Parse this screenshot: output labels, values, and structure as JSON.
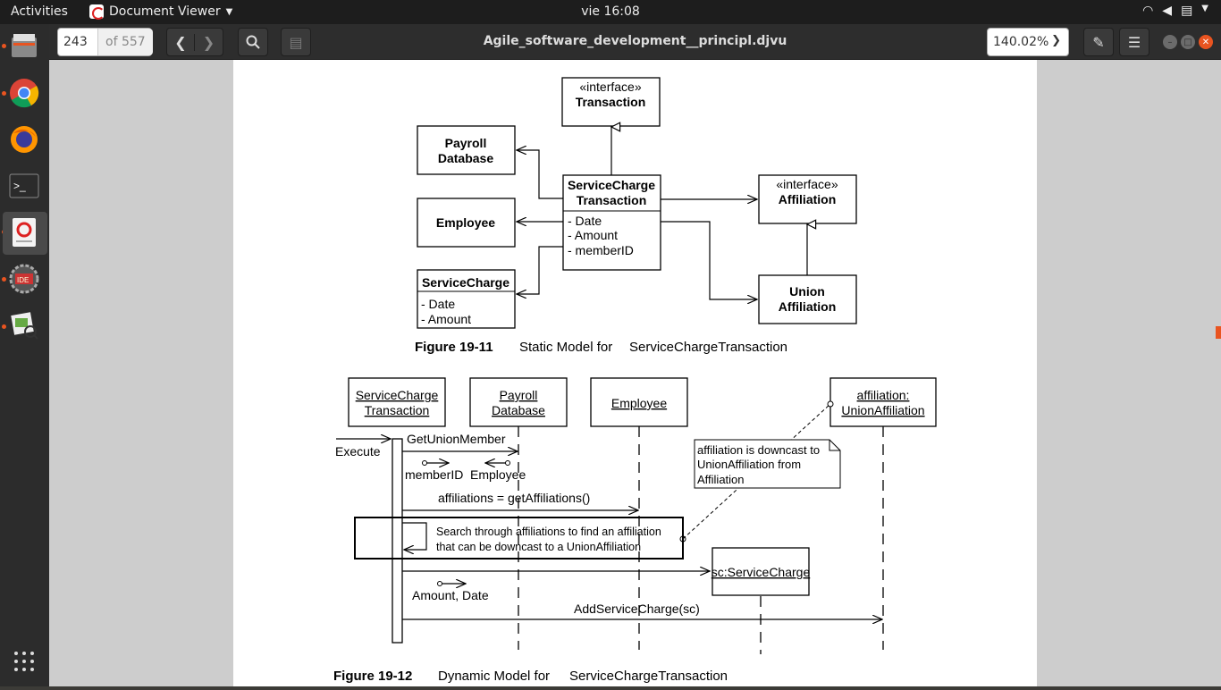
{
  "topbar": {
    "activities": "Activities",
    "app_name": "Document Viewer",
    "clock": "vie 16:08"
  },
  "dock": {
    "items": [
      "files-icon",
      "chrome-icon",
      "firefox-icon",
      "terminal-icon",
      "document-viewer-icon",
      "javafx-ide-icon",
      "image-viewer-icon",
      "app-grid-icon"
    ]
  },
  "toolbar": {
    "page_current": "243",
    "page_total": "of 557",
    "title": "Agile_software_development__principl.djvu",
    "zoom": "140.02%"
  },
  "fig11": {
    "interface_stereo": "«interface»",
    "transaction": "Transaction",
    "payroll1": "Payroll",
    "payroll2": "Database",
    "sct1": "ServiceCharge",
    "sct2": "Transaction",
    "attr_date": "- Date",
    "attr_amount": "- Amount",
    "attr_member": "- memberID",
    "employee": "Employee",
    "affil_stereo": "«interface»",
    "affiliation": "Affiliation",
    "sc": "ServiceCharge",
    "sc_date": "- Date",
    "sc_amount": "- Amount",
    "union1": "Union",
    "union2": "Affiliation",
    "caption_num": "Figure 19-11",
    "caption_text": "Static Model for ",
    "caption_code": "ServiceChargeTransaction"
  },
  "fig12": {
    "ll1a": "ServiceCharge",
    "ll1b": "Transaction",
    "ll2a": "Payroll",
    "ll2b": "Database",
    "ll3": "Employee",
    "ll4a": "affiliation:",
    "ll4b": "UnionAffiliation",
    "execute": "Execute",
    "get_union": "GetUnionMember",
    "member_id": "memberID",
    "employee_ret": "Employee",
    "get_affil": "affiliations = getAffiliations()",
    "loop1": "Search through affiliations to find an affiliation",
    "loop2": "that can be downcast to a UnionAffiliation",
    "note1": "affiliation is downcast to",
    "note2": "UnionAffiliation from",
    "note3": "Affiliation",
    "sc_obj": "sc:ServiceCharge",
    "amount_date": "Amount, Date",
    "add_sc": "AddServiceCharge(sc)",
    "caption_num": "Figure 19-12",
    "caption_text": "Dynamic Model for ",
    "caption_code": "ServiceChargeTransaction"
  }
}
